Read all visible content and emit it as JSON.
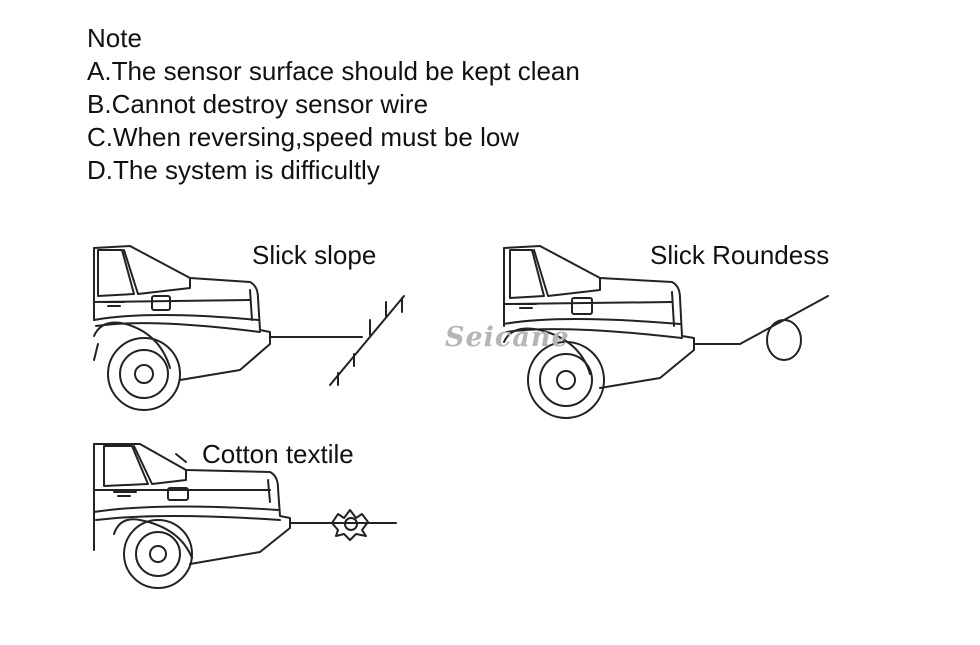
{
  "note": {
    "heading": "Note",
    "items": [
      "A.The sensor surface should be kept clean",
      "B.Cannot destroy sensor wire",
      "C.When reversing,speed must be low",
      "D.The system is difficultly"
    ]
  },
  "scenarios": {
    "slope": {
      "label": "Slick slope"
    },
    "roundness": {
      "label": "Slick Roundess"
    },
    "textile": {
      "label": "Cotton textile"
    }
  },
  "watermark": {
    "text": "Seicane"
  }
}
